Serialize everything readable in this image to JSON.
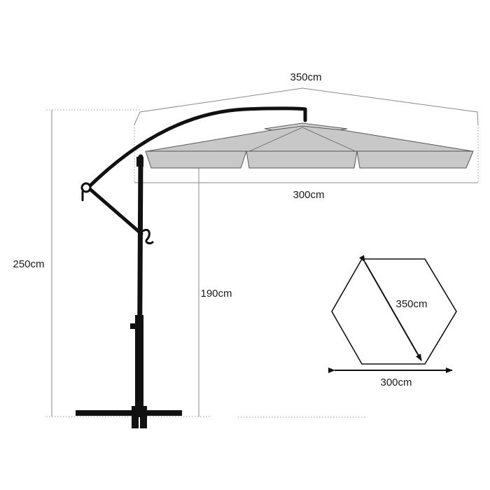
{
  "dimensions": {
    "canopy_diagonal": "350cm",
    "canopy_span": "300cm",
    "total_height": "250cm",
    "clearance_height": "190cm",
    "hexagon_diagonal": "350cm",
    "hexagon_width": "300cm"
  },
  "colors": {
    "frame": "#111111",
    "canopy_fill": "#c8c8c8",
    "dimension_line": "#8a8a8a"
  }
}
